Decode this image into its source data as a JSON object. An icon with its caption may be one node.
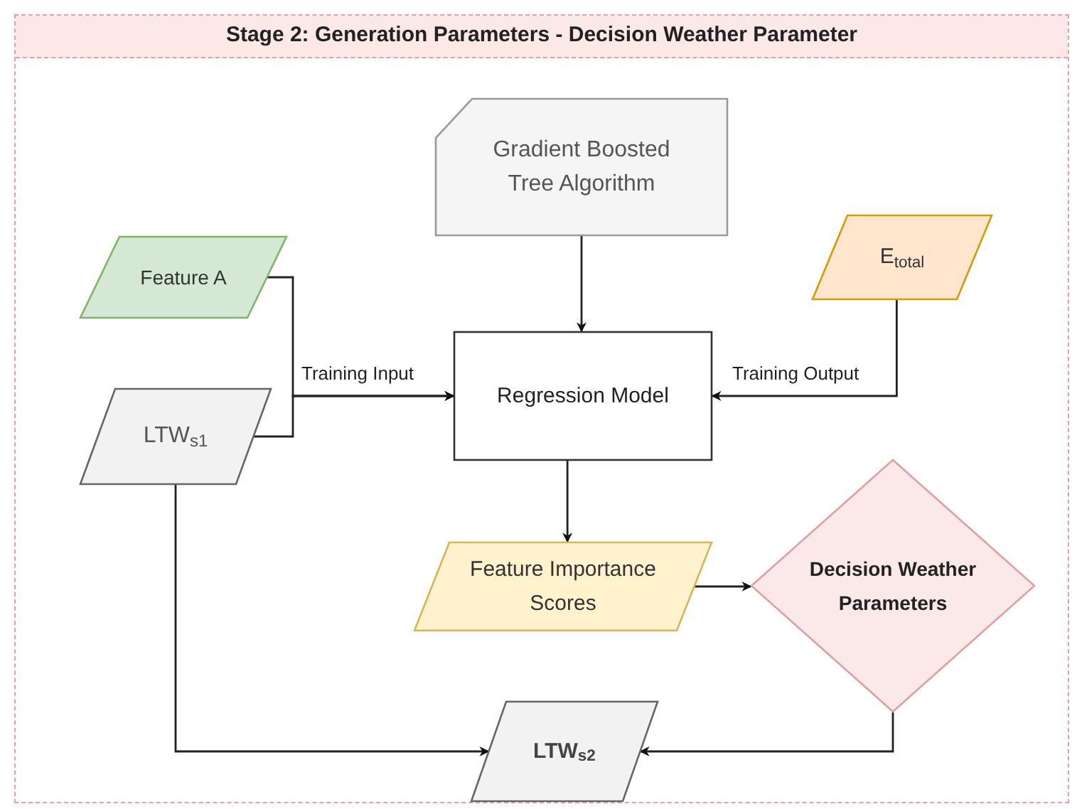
{
  "diagram": {
    "nodes": [
      {
        "text": [
          "Stage 2: Generation Parameters - Decision Weather Parameter"
        ]
      },
      {
        "text": [
          "Gradient Boosted Tree Algorithm"
        ],
        "in": 0
      },
      {
        "text": [
          "Feature A"
        ],
        "in": 0
      },
      {
        "text": [
          "E$_{total}$"
        ],
        "in": 0
      },
      {
        "text": [
          "Regression Model"
        ],
        "in": 0
      },
      {
        "text": [
          "LTW$_{s1}$"
        ],
        "in": 0
      },
      {
        "text": [
          "Feature Importance Scores"
        ],
        "in": 0
      },
      {
        "text": [
          "Decision Weather Parameters"
        ],
        "in": 0
      },
      {
        "text": [
          "LTW$_{s2}$"
        ],
        "in": 0
      }
    ],
    "edges": [
      {
        "from": 1,
        "to": 4,
        "arrow": "to"
      },
      {
        "from": 2,
        "to": 4,
        "arrow": "to",
        "label": "Training Input"
      },
      {
        "from": 5,
        "to": 4,
        "arrow": "to"
      },
      {
        "from": 3,
        "to": 4,
        "arrow": "to",
        "label": "Training Output"
      },
      {
        "from": 4,
        "to": 6,
        "arrow": "to"
      },
      {
        "from": 6,
        "to": 7,
        "arrow": "to"
      },
      {
        "from": 5,
        "to": 8,
        "arrow": "to"
      },
      {
        "from": 7,
        "to": 8,
        "arrow": "to"
      }
    ]
  }
}
